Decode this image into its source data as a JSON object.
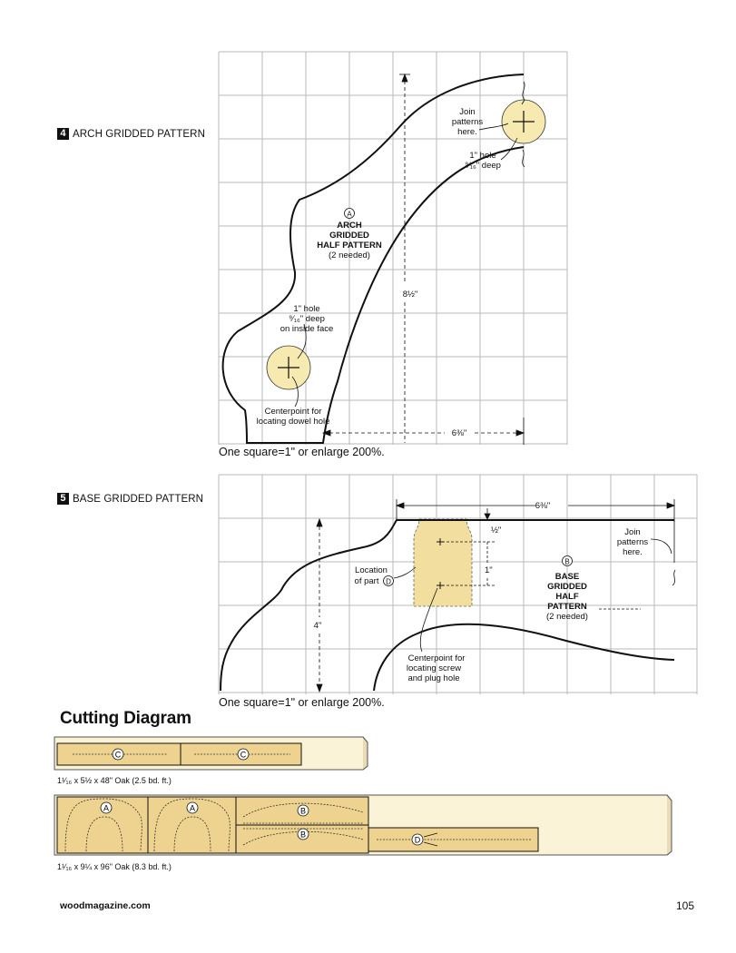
{
  "figure4": {
    "number": "4",
    "title": "ARCH GRIDDED PATTERN",
    "part_letter": "A",
    "part_name_lines": [
      "ARCH",
      "GRIDDED",
      "HALF PATTERN"
    ],
    "part_qty": "(2 needed)",
    "join_lines": [
      "Join",
      "patterns",
      "here."
    ],
    "top_hole_lines": [
      "1\" hole",
      "⁹⁄₁₆\" deep"
    ],
    "bottom_hole_lines": [
      "1\" hole",
      "⁹⁄₁₆\" deep",
      "on inside face"
    ],
    "centerpoint_lines": [
      "Centerpoint for",
      "locating dowel hole"
    ],
    "dim_height": "8½\"",
    "dim_width": "6⅜\"",
    "scale_note": "One square=1\" or enlarge 200%."
  },
  "figure5": {
    "number": "5",
    "title": "BASE GRIDDED PATTERN",
    "part_letter": "B",
    "part_name_lines": [
      "BASE",
      "GRIDDED",
      "HALF",
      "PATTERN"
    ],
    "part_qty": "(2 needed)",
    "join_lines": [
      "Join",
      "patterns",
      "here."
    ],
    "location_lines": [
      "Location",
      "of part"
    ],
    "location_part_letter": "D",
    "centerpoint_lines": [
      "Centerpoint for",
      "locating screw",
      "and plug hole"
    ],
    "dim_width": "6⅜\"",
    "dim_half": "½\"",
    "dim_one": "1\"",
    "dim_height": "4\"",
    "scale_note": "One square=1\" or enlarge 200%."
  },
  "cutting": {
    "title": "Cutting Diagram",
    "board1": {
      "caption": "1¹⁄₁₆ x 5½ x 48\" Oak (2.5 bd. ft.)",
      "parts": [
        "C",
        "C"
      ]
    },
    "board2": {
      "caption": "1¹⁄₁₆ x 9¼ x 96\" Oak (8.3 bd. ft.)",
      "parts": [
        "A",
        "A",
        "B",
        "B",
        "D"
      ]
    }
  },
  "footer": {
    "site": "woodmagazine.com",
    "page_number": "105"
  },
  "colors": {
    "hole_fill": "#f7eab0",
    "part_fill": "#f2dfa0",
    "wood_light": "#fbf3d8",
    "wood_part": "#eed390",
    "grid": "#b9b9b9"
  }
}
